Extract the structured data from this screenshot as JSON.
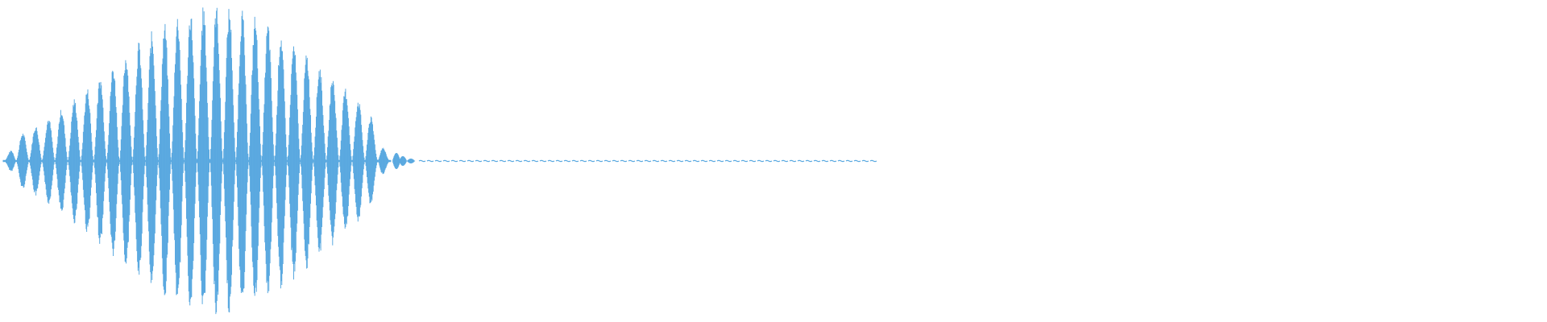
{
  "waveform": {
    "color": "#5aa9e0",
    "background": "#ffffff",
    "burst": {
      "cycles": 30,
      "peak_amplitude": 1.0,
      "envelope": "bell"
    },
    "tail": {
      "pattern": "dashed-low-level",
      "amplitude": 0.02
    }
  }
}
